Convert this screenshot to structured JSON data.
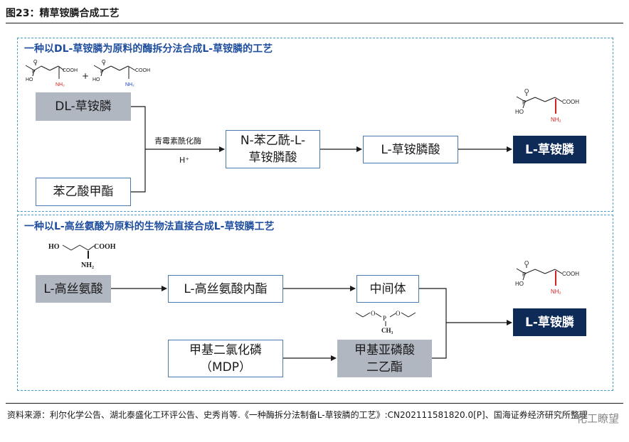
{
  "figure_title": "图23：精草铵膦合成工艺",
  "section1": {
    "heading": "一种以DL-草铵膦为原料的酶拆分法合成L-草铵膦的工艺",
    "box_dl": "DL-草铵膦",
    "box_ester": "苯乙酸甲酯",
    "enzyme_label": "青霉素酰化酶",
    "acid_label": "H⁺",
    "box_n_line1": "N-苯乙酰-L-",
    "box_n_line2": "草铵膦酸",
    "box_l_acid": "L-草铵膦酸",
    "box_result": "L-草铵膦",
    "plus": "+"
  },
  "section2": {
    "heading": "一种以L-高丝氨酸为原料的生物法直接合成L-草铵膦工艺",
    "box_homoserine": "L-高丝氨酸",
    "box_lactone": "L-高丝氨酸内酯",
    "box_intermediate": "中间体",
    "box_mdp_line1": "甲基二氯化磷",
    "box_mdp_line2": "（MDP）",
    "box_ester_line1": "甲基亚磷酸",
    "box_ester_line2": "二乙酯",
    "box_result": "L-草铵膦"
  },
  "chem": {
    "ho": "HO",
    "o": "O",
    "p": "P",
    "cooh": "COOH",
    "nh2": "NH₂",
    "ch3": "CH₃"
  },
  "source_text": "资料来源：利尔化学公告、湖北泰盛化工环评公告、史秀肖等.《一种酶拆分法制备L-草铵膦的工艺》:CN202111581820.0[P]、国海证券经济研究所整理",
  "watermark": "化工瞭望",
  "colors": {
    "navy": "#0e2a57",
    "gray_box": "#b0b7c1",
    "panel_border": "#4a9ec9",
    "heading": "#1f4e9e",
    "nh2_red": "#d42020",
    "nh2_blue": "#2040c0"
  }
}
